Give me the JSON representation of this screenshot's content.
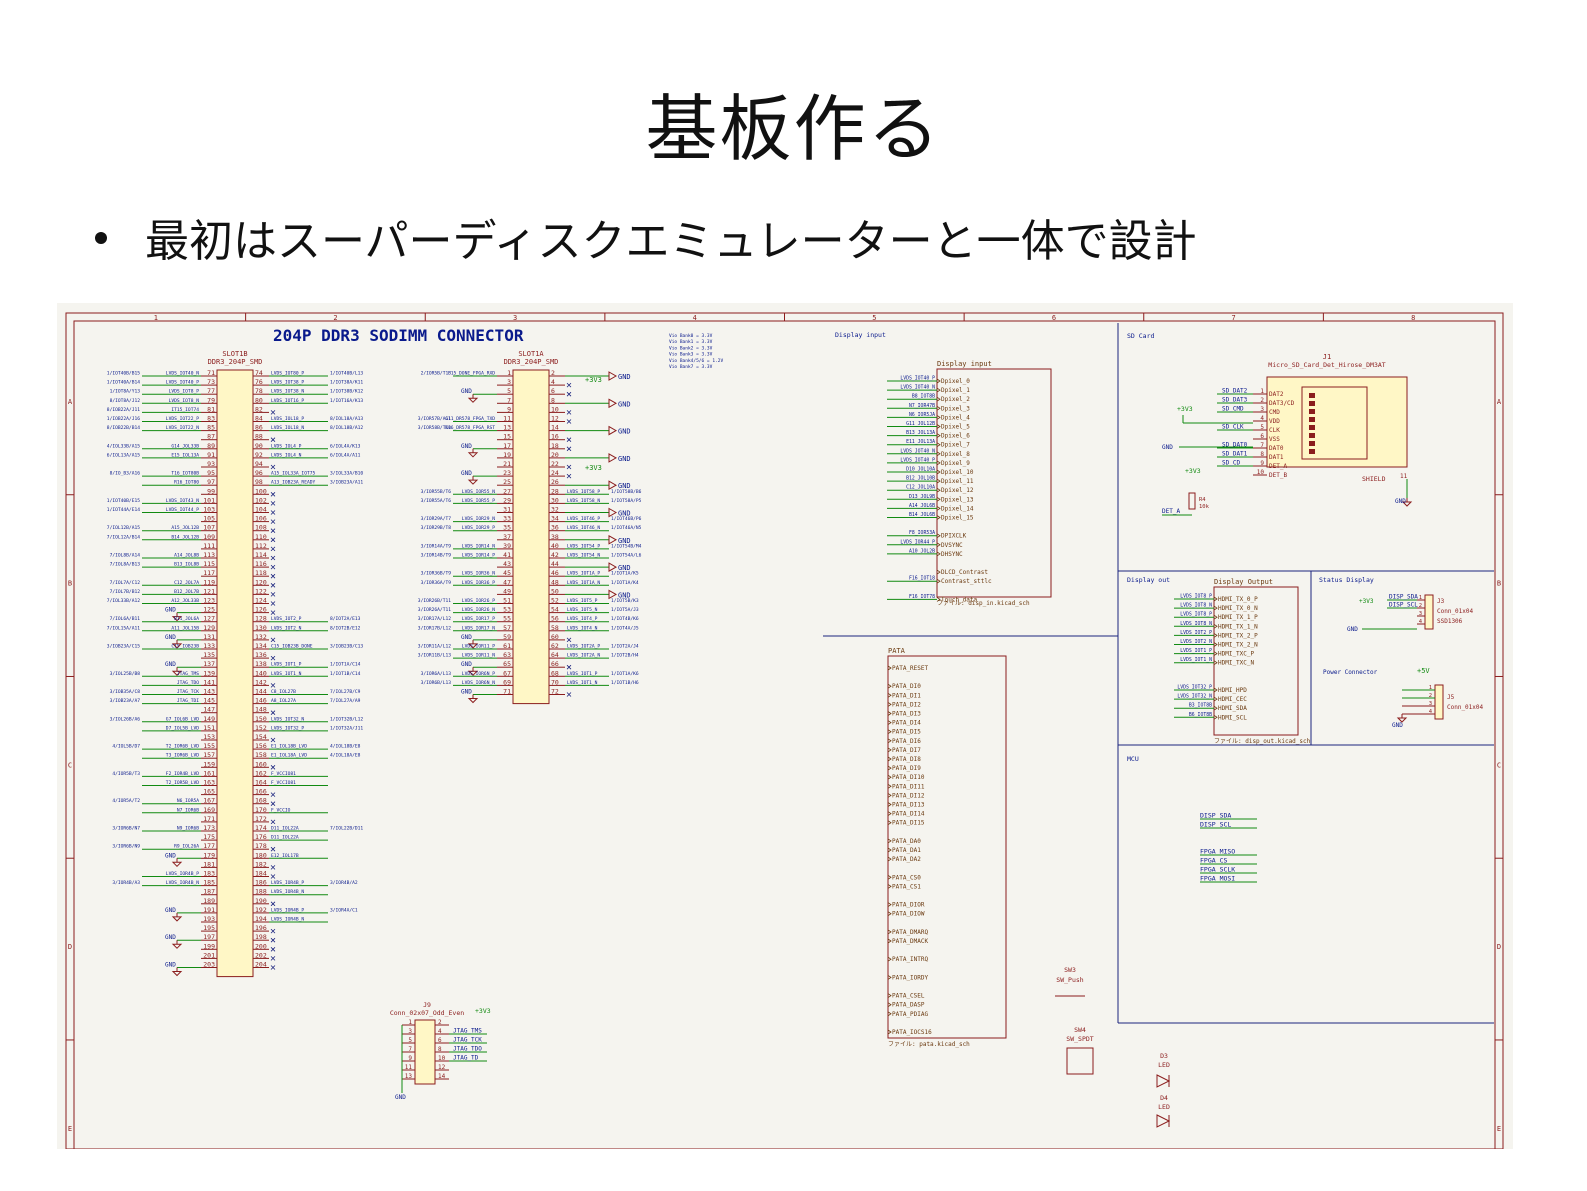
{
  "slide": {
    "title": "基板作る",
    "bullet": "最初はスーパーディスクエミュレーターと一体で設計"
  },
  "schematic": {
    "colors": {
      "paper": "#f5f4ef",
      "frame": "#8b1d1d",
      "wire": "#118a11",
      "label": "#0a1a8c",
      "body_fill": "#fff7c6",
      "body_edge": "#8b1d1d",
      "pin": "#8b1d1d",
      "hier": "#6b3a10"
    },
    "columns": [
      "1",
      "2",
      "3",
      "4",
      "5",
      "6",
      "7",
      "8"
    ],
    "rows": [
      "A",
      "B",
      "C",
      "D",
      "E"
    ],
    "main_title": "204P DDR3 SODIMM CONNECTOR",
    "slot_b": {
      "ref": "SLOT1B",
      "value": "DDR3_204P_SMD",
      "left_pins": [
        "71",
        "73",
        "77",
        "79",
        "81",
        "83",
        "85",
        "87",
        "89",
        "91",
        "93",
        "95",
        "97",
        "99",
        "101",
        "103",
        "105",
        "107",
        "109",
        "111",
        "113",
        "115",
        "117",
        "119",
        "121",
        "123",
        "125",
        "127",
        "129",
        "131",
        "133",
        "135",
        "137",
        "139",
        "141",
        "143",
        "145",
        "147",
        "149",
        "151",
        "153",
        "155",
        "157",
        "159",
        "161",
        "163",
        "165",
        "167",
        "169",
        "171",
        "173",
        "175",
        "177",
        "179",
        "181",
        "183",
        "185",
        "187",
        "189",
        "191",
        "193",
        "195",
        "197",
        "199",
        "201",
        "203"
      ],
      "right_pins": [
        "74",
        "76",
        "78",
        "80",
        "82",
        "84",
        "86",
        "88",
        "90",
        "92",
        "94",
        "96",
        "98",
        "100",
        "102",
        "104",
        "106",
        "108",
        "110",
        "112",
        "114",
        "116",
        "118",
        "120",
        "122",
        "124",
        "126",
        "128",
        "130",
        "132",
        "134",
        "136",
        "138",
        "140",
        "142",
        "144",
        "146",
        "148",
        "150",
        "152",
        "154",
        "156",
        "158",
        "160",
        "162",
        "164",
        "166",
        "168",
        "170",
        "172",
        "174",
        "176",
        "178",
        "180",
        "182",
        "184",
        "186",
        "188",
        "190",
        "192",
        "194",
        "196",
        "198",
        "200",
        "202",
        "204"
      ],
      "left_nets": [
        "LVDS_IOT40_N",
        "LVDS_IOT40_P",
        "LVDS_IOT8_P",
        "LVDS_IOT8_N",
        "IT15_IOT74",
        "LVDS_IOT22_P",
        "LVDS_IOT22_N",
        "",
        "G14_JOL33B",
        "E15_IOL13A",
        "",
        "T16_IOT80B",
        "R16_IOT80",
        "",
        "LVDS_IOT43_N",
        "LVDS_IOT44_P",
        "",
        "A15_JOL12B",
        "B14_JOL12B",
        "",
        "A14_JOL8B",
        "B13_IOL8B",
        "",
        "C12_JOL7A",
        "B12_JOL7B",
        "A12_JOL33B",
        "",
        "B11_JOL6A",
        "A11_JOL15B",
        "",
        "C15_IOB23B",
        "",
        "",
        "JTAG_TMS",
        "JTAG_TDO",
        "JTAG_TCK",
        "JTAG_TDI",
        "",
        "G7_IOL6B_LVD",
        "D7_IOL5B_LVD",
        "",
        "T2_IOR6B_LVD",
        "T3_IOR6B_LVD",
        "",
        "F2_IOR4B_LVD",
        "T2_IOR5B_LVD",
        "",
        "N6_IOR5A",
        "N7_IOR6B",
        "",
        "N9_IOR6B",
        "",
        "R9_IOL26A",
        "",
        "",
        "LVDS_IOR4B_P",
        "LVDS_IOR4B_N",
        "",
        "",
        "",
        "",
        "",
        ""
      ],
      "left_addr": [
        "1/IOT40B/B15",
        "1/IOT40A/B14",
        "1/IOT8A/Y13",
        "8/IOT8A/J12",
        "8/IOB22A/J11",
        "1/IOB22A/J16",
        "8/IOB22B/B14",
        "",
        "4/IOL33B/A15",
        "6/IOL13A/A15",
        "",
        "8/IO_B3/A16",
        "",
        "",
        "1/IOT40B/E15",
        "1/IOT44A/E14",
        "",
        "7/IOL12B/A15",
        "7/IOL12A/B14",
        "",
        "7/IOL8B/A14",
        "7/IOL8A/B13",
        "",
        "7/IOL7A/C12",
        "7/IOL7B/B12",
        "7/IOL33B/A12",
        "",
        "7/IOL6A/B11",
        "7/IOL15A/A11",
        "",
        "3/IOB23A/C15",
        "",
        "",
        "3/IOL25B/B8",
        "",
        "3/IOB35A/C8",
        "3/IOB23A/A7",
        "",
        "3/IOL26B/A6",
        "",
        "4/IOL8B/E7",
        "4/IOL5B/D7",
        "",
        "4/IOR6B/T2",
        "4/IOR5B/T3",
        "",
        "4/IOR4B/F2",
        "4/IOR5A/T2",
        "",
        "3/IOR5A/N6",
        "3/IOR6B/N7",
        "",
        "3/IOR6B/N9",
        "3/IOL26A/R9",
        "",
        "",
        "3/IOR4B/A3",
        "3/IOR4B/A3",
        "",
        "",
        "",
        "",
        "",
        ""
      ],
      "right_nets": [
        "LVDS_IOT80_P",
        "LVDS_IOT38_P",
        "LVDS_IOT38_N",
        "LVDS_IOT16_P",
        "",
        "LVDS_IOL18_P",
        "LVDS_IOL18_N",
        "",
        "LVDS_IOL4_P",
        "LVDS_IOL4_N",
        "",
        "A15_IOL33A_IOT75",
        "A13_IOB23A_READY",
        "",
        "",
        "",
        "",
        "",
        "",
        "",
        "",
        "",
        "",
        "",
        "",
        "",
        "",
        "LVDS_IOT2_P",
        "LVDS_IOT2_N",
        "",
        "C15_IOB23B_DONE",
        "",
        "LVDS_IOT1_P",
        "LVDS_IOT1_N",
        "",
        "C8_IOL27B",
        "A8_IOL27A",
        "",
        "LVDS_IOT32_N",
        "LVDS_IOT32_P",
        "",
        "E1_IOL18B_LVD",
        "E1_IOL18A_LVD",
        "",
        "F_VCCIO81",
        "F_VCCIO81",
        "",
        "",
        "F_VCCIO",
        "",
        "D11_IOL22A",
        "D11_IOL22A",
        "",
        "E12_IOL17B",
        "",
        "",
        "LVDS_IOR4B_P",
        "LVDS_IOR4B_N",
        "",
        "LVDS_IOR4B_P",
        "LVDS_IOR4B_N",
        "",
        "",
        ""
      ],
      "right_addr": [
        "1/IOT40B/L13",
        "1/IOT38A/K11",
        "1/IOT38B/K12",
        "1/IOT16A/K13",
        "",
        "8/IOL18A/A13",
        "8/IOL18B/A12",
        "",
        "6/IOL4A/K13",
        "6/IOL4A/A11",
        "",
        "3/IOL33A/B10",
        "3/IOB23A/A11",
        "",
        "",
        "",
        "",
        "",
        "",
        "",
        "",
        "",
        "",
        "",
        "",
        "",
        "",
        "8/IOT2A/E13",
        "8/IOT2B/E12",
        "",
        "3/IOB23B/C13",
        "",
        "1/IOT1A/C14",
        "1/IOT1B/C14",
        "",
        "7/IOL27B/C9",
        "7/IOL27A/A9",
        "",
        "1/IOT32B/L12",
        "1/IOT32A/J11",
        "",
        "4/IOL18B/E8",
        "4/IOL18A/E8",
        "",
        "",
        "",
        "",
        "",
        "",
        "7/IOL22A/E11",
        "7/IOL22B/D11",
        "",
        "7/IOL17B/E10",
        "",
        "",
        "3/IOR4B/B1",
        "3/IOR4B/A2",
        "",
        "3/IOR4A/A1",
        "3/IOR4A/C1",
        "",
        "",
        ""
      ]
    },
    "slot_a": {
      "ref": "SLOT1A",
      "value": "DDR3_204P_SMD",
      "left_pins": [
        "1",
        "3",
        "5",
        "7",
        "9",
        "11",
        "13",
        "15",
        "17",
        "19",
        "21",
        "23",
        "25",
        "27",
        "29",
        "31",
        "33",
        "35",
        "37",
        "39",
        "41",
        "43",
        "45",
        "47",
        "49",
        "51",
        "53",
        "55",
        "57",
        "59",
        "61",
        "63",
        "65",
        "67",
        "69",
        "71"
      ],
      "right_pins": [
        "2",
        "4",
        "6",
        "8",
        "10",
        "12",
        "14",
        "16",
        "18",
        "20",
        "22",
        "24",
        "26",
        "28",
        "30",
        "32",
        "34",
        "36",
        "38",
        "40",
        "42",
        "44",
        "46",
        "48",
        "50",
        "52",
        "54",
        "56",
        "58",
        "60",
        "62",
        "64",
        "66",
        "68",
        "70",
        "72"
      ],
      "left_nets": [
        "F15_DONE_FPGA_RXD",
        "",
        "",
        "",
        "",
        "G11_DR578_FPGA_TXD",
        "K16_DR578_FPGA_RST",
        "",
        "",
        "",
        "",
        "",
        "",
        "LVDS_IOR55_N",
        "LVDS_IOR55_P",
        "",
        "LVDS_IOR29_N",
        "LVDS_IOR29_P",
        "",
        "LVDS_IOR14_N",
        "LVDS_IOR14_P",
        "",
        "LVDS_IOR36_N",
        "LVDS_IOR36_P",
        "",
        "LVDS_IOR26_P",
        "LVDS_IOR26_N",
        "LVDS_IOR17_P",
        "LVDS_IOR17_N",
        "",
        "LVDS_IOR11_P",
        "LVDS_IOR11_N",
        "",
        "LVDS_IOR6N_P",
        "LVDS_IOR6N_N",
        ""
      ],
      "left_addr": [
        "2/IOR5B/T13",
        "",
        "",
        "",
        "",
        "3/IOR57B/A11",
        "3/IOR58B/T10",
        "",
        "",
        "",
        "",
        "",
        "",
        "3/IOR55B/T6",
        "3/IOR55A/T6",
        "",
        "3/IOR29A/T7",
        "3/IOR29B/T8",
        "",
        "3/IOR14A/T9",
        "3/IOR14B/T9",
        "",
        "3/IOR36B/T9",
        "3/IOR36A/T9",
        "",
        "3/IOR26B/T11",
        "3/IOR26A/T11",
        "3/IOR17A/L12",
        "3/IOR17B/L12",
        "",
        "3/IOR11A/L12",
        "3/IOR11B/L13",
        "",
        "3/IOR6A/L13",
        "3/IOR6B/L13",
        ""
      ],
      "right_nets": [
        "",
        "",
        "",
        "",
        "",
        "",
        "",
        "",
        "",
        "",
        "",
        "",
        "",
        "LVDS_IOT58_P",
        "LVDS_IOT58_N",
        "",
        "LVDS_IOT46_P",
        "LVDS_IOT46_N",
        "",
        "LVDS_IOT54_P",
        "LVDS_IOT54_N",
        "",
        "LVDS_IOT1A_P",
        "LVDS_IOT1A_N",
        "",
        "LVDS_IOT5_P",
        "LVDS_IOT5_N",
        "LVDS_IOT4_P",
        "LVDS_IOT4_N",
        "",
        "LVDS_IOT2A_P",
        "LVDS_IOT2A_N",
        "",
        "LVDS_IOT1_P",
        "LVDS_IOT1_N",
        ""
      ],
      "right_addr": [
        "",
        "",
        "",
        "",
        "",
        "",
        "",
        "",
        "",
        "",
        "",
        "",
        "",
        "1/IOT58B/B6",
        "1/IOT58A/P5",
        "",
        "1/IOT46B/P6",
        "1/IOT46A/N5",
        "",
        "1/IOT54B/M4",
        "1/IOT54A/L6",
        "",
        "1/IOT1A/K5",
        "1/IOT1A/K4",
        "",
        "1/IOT5B/K3",
        "1/IOT5A/J3",
        "1/IOT4B/K6",
        "1/IOT4A/J5",
        "",
        "1/IOT2A/J4",
        "1/IOT2B/H4",
        "",
        "1/IOT1A/K6",
        "1/IOT1B/H6",
        ""
      ]
    },
    "power": {
      "gnd": "GND",
      "v33": "+3V3",
      "v5": "+5V"
    },
    "notes": [
      "Vio Bank0 = 3.3V",
      "Vio Bank1 = 3.3V",
      "Vio Bank2 = 3.3V",
      "Vio Bank3 = 3.3V",
      "Vio Bank4/5/6 = 1.2V",
      "Vio Bank7 = 3.3V"
    ],
    "display_input": {
      "section": "Display input",
      "sheet_name": "Display input",
      "sheet_file": "ファイル: disp_in.kicad_sch",
      "ports": [
        "Dpixel_0",
        "Dpixel_1",
        "Dpixel_2",
        "Dpixel_3",
        "Dpixel_4",
        "Dpixel_5",
        "Dpixel_6",
        "Dpixel_7",
        "Dpixel_8",
        "Dpixel_9",
        "Dpixel_10",
        "Dpixel_11",
        "Dpixel_12",
        "Dpixel_13",
        "Dpixel_14",
        "Dpixel_15",
        "",
        "DPIXCLK",
        "DVSYNC",
        "DHSYNC",
        "",
        "DLCD_Contrast",
        "Contrast_sttlc",
        "",
        "Touch_data"
      ],
      "nets": [
        "LVDS_IOT40_P",
        "LVDS_IOT40_N",
        "B8_IOT8B",
        "N7_IOR47B",
        "N6_IOR5JA",
        "G11_JOL12B",
        "B13_JOL13A",
        "E11_JOL13A",
        "LVDS_JOT40_N",
        "LVDS_IOT40_P",
        "D10_JOL10A",
        "B12_JOL10B",
        "C12_JOL10A",
        "D13_JOL9B",
        "A14_JOL6B",
        "B14_JOL6B",
        "",
        "F8_IOR53A",
        "LVDS_IOR44_P",
        "A10_JOL2B",
        "LVDS_JOR44_N",
        "",
        "F16_IOT18",
        "F16_IOT18",
        "F16_IOT78"
      ]
    },
    "display_out": {
      "section": "Display out",
      "sheet_name": "Display Output",
      "sheet_file": "ファイル: disp_out.kicad_sch",
      "ports": [
        "HDMI_TX_0_P",
        "HDMI_TX_0_N",
        "HDMI_TX_1_P",
        "HDMI_TX_1_N",
        "HDMI_TX_2_P",
        "HDMI_TX_2_N",
        "HDMI_TXC_P",
        "HDMI_TXC_N",
        "",
        "",
        "HDMI_HPD",
        "HDMI_CEC",
        "HDMI_SDA",
        "HDMI_SCL"
      ],
      "nets": [
        "LVDS_IOT8_P",
        "LVDS_IOT8_N",
        "LVDS_IOT8_P",
        "LVDS_IOT8_N",
        "LVDS_IOT2_P",
        "LVDS_IOT2_N",
        "LVDS_IOT1_P",
        "LVDS_IOT1_N",
        "",
        "",
        "LVDS_IOT32_P",
        "LVDS_IOT32_N",
        "B3_IOT8B",
        "B6_IOT8B"
      ]
    },
    "status_display": {
      "section": "Status Display",
      "ref": "J3",
      "value": "Conn_01x04",
      "sub": "SSD1306",
      "pins": [
        "1",
        "2",
        "3",
        "4"
      ],
      "nets": [
        "DISP_SDA",
        "DISP_SCL"
      ]
    },
    "power_conn": {
      "section": "Power Connector",
      "ref": "J5",
      "value": "Conn_01x04",
      "pins": [
        "1",
        "2",
        "3",
        "4"
      ]
    },
    "sdcard": {
      "section": "SD Card",
      "ref": "J1",
      "value": "Micro_SD_Card_Det_Hirose_DM3AT",
      "pins": [
        "1",
        "2",
        "3",
        "4",
        "5",
        "6",
        "7",
        "8",
        "9",
        "10"
      ],
      "pin_names": [
        "DAT2",
        "DAT3/CD",
        "CMD",
        "VDD",
        "CLK",
        "VSS",
        "DAT0",
        "DAT1",
        "DET_A",
        "DET_B"
      ],
      "nets": [
        "SD_DAT2",
        "SD_DAT3",
        "SD_CMD",
        "",
        "SD_CLK",
        "",
        "SD_DAT0",
        "SD_DAT1",
        "SD_CD",
        ""
      ],
      "shield": "SHIELD",
      "shield_pin": "11",
      "det_net": "DET_A",
      "r_ref": "R4",
      "r_val": "10k"
    },
    "pata": {
      "section": "PATA",
      "sheet_file": "ファイル: pata.kicad_sch",
      "ports": [
        "PATA_RESET",
        "",
        "PATA_DI0",
        "PATA_DI1",
        "PATA_DI2",
        "PATA_DI3",
        "PATA_DI4",
        "PATA_DI5",
        "PATA_DI6",
        "PATA_DI7",
        "PATA_DI8",
        "PATA_DI9",
        "PATA_DI10",
        "PATA_DI11",
        "PATA_DI12",
        "PATA_DI13",
        "PATA_DI14",
        "PATA_DI15",
        "",
        "PATA_DA0",
        "PATA_DA1",
        "PATA_DA2",
        "",
        "PATA_CS0",
        "PATA_CS1",
        "",
        "PATA_DIOR",
        "PATA_DIOW",
        "",
        "PATA_DMARQ",
        "PATA_DMACK",
        "",
        "PATA_INTRQ",
        "",
        "PATA_IORDY",
        "",
        "PATA_CSEL",
        "PATA_DASP",
        "PATA_PDIAG",
        "",
        "PATA_IOCS16"
      ]
    },
    "mcu": {
      "section": "MCU",
      "nets": [
        "DISP_SDA",
        "DISP_SCL",
        "",
        "",
        "FPGA_MISO",
        "FPGA_CS",
        "FPGA_SCLK",
        "FPGA_MOSI"
      ]
    },
    "jtag": {
      "ref": "J9",
      "value": "Conn_02x07_Odd_Even",
      "left_pins": [
        "1",
        "3",
        "5",
        "7",
        "9",
        "11",
        "13"
      ],
      "right_pins": [
        "2",
        "4",
        "6",
        "8",
        "10",
        "12",
        "14"
      ],
      "nets": [
        "JTAG_TMS",
        "JTAG_TCK",
        "JTAG_TDO",
        "JTAG_TD"
      ],
      "pwr": "+3V3",
      "gnd": "GND"
    },
    "sw3": {
      "ref": "SW3",
      "value": "SW_Push"
    },
    "sw4": {
      "ref": "SW4",
      "value": "SW_SPDT"
    },
    "d3": {
      "ref": "D3",
      "value": "LED"
    },
    "d4": {
      "ref": "D4",
      "value": "LED"
    }
  }
}
